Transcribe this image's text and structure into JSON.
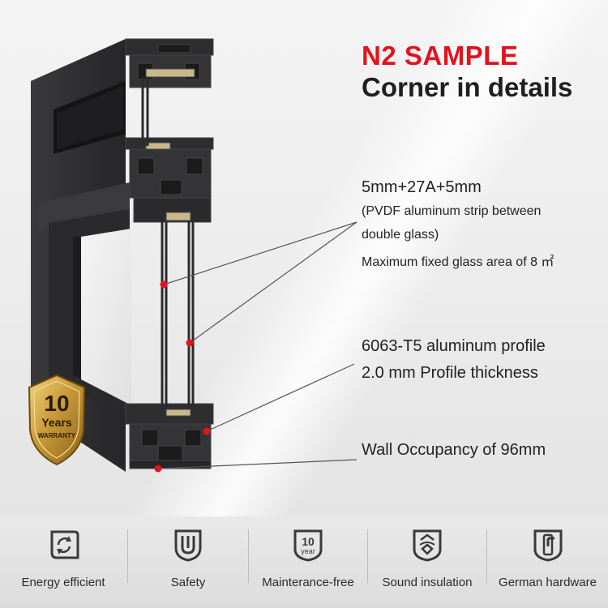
{
  "headline": {
    "line1": "N2 SAMPLE",
    "line2": "Corner in details"
  },
  "specs": {
    "glass": {
      "title": "5mm+27A+5mm",
      "note1": "(PVDF aluminum strip between",
      "note2": "double glass)",
      "note3": "Maximum fixed glass area of 8 ㎡"
    },
    "profile": {
      "line1": "6063-T5 aluminum profile",
      "line2": "2.0 mm Profile thickness"
    },
    "wall": {
      "line1": "Wall Occupancy of 96mm"
    }
  },
  "badge": {
    "number": "10",
    "years": "Years",
    "warranty": "WARRANTY"
  },
  "features": [
    {
      "icon": "energy-recycle-icon",
      "label": "Energy efficient"
    },
    {
      "icon": "safety-shield-icon",
      "label": "Safety"
    },
    {
      "icon": "maintenance-10-year-icon",
      "label": "Mainterance-free",
      "icon_number": "10",
      "icon_text": "year"
    },
    {
      "icon": "sound-insulation-icon",
      "label": "Sound insulation"
    },
    {
      "icon": "german-hardware-handle-icon",
      "label": "German hardware"
    }
  ],
  "colors": {
    "accent": "#e2131d",
    "profile": "#2e2e30",
    "text": "#222222"
  }
}
